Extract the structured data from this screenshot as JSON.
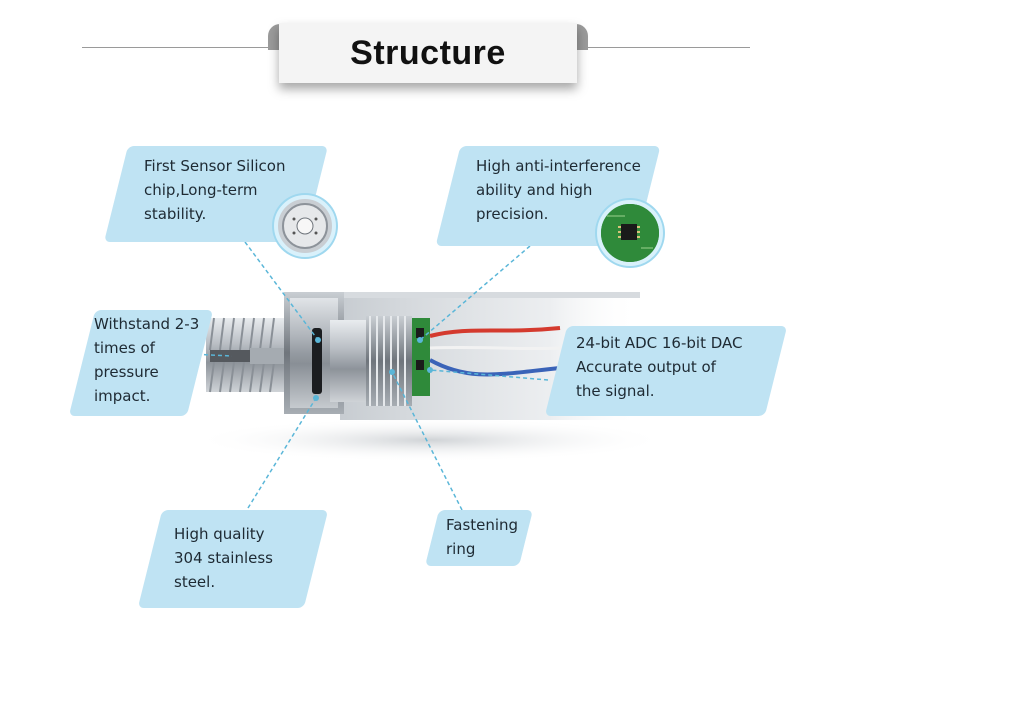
{
  "title": "Structure",
  "callouts": {
    "sensor": "First Sensor Silicon\nchip,Long-term\nstability.",
    "interference": "High anti-interference\nability and high\nprecision.",
    "withstand": "Withstand 2-3\ntimes of\npressure\nimpact.",
    "adc": "24-bit ADC 16-bit DAC\nAccurate output of\nthe signal.",
    "steel": "High quality\n304 stainless\nsteel.",
    "ring": "Fastening\nring"
  },
  "colors": {
    "callout_bg": "#bfe3f3",
    "leader": "#5ab6d8",
    "pcb": "#2f8a3a"
  },
  "icons": [
    "silicon-chip-icon",
    "circuit-board-icon"
  ]
}
